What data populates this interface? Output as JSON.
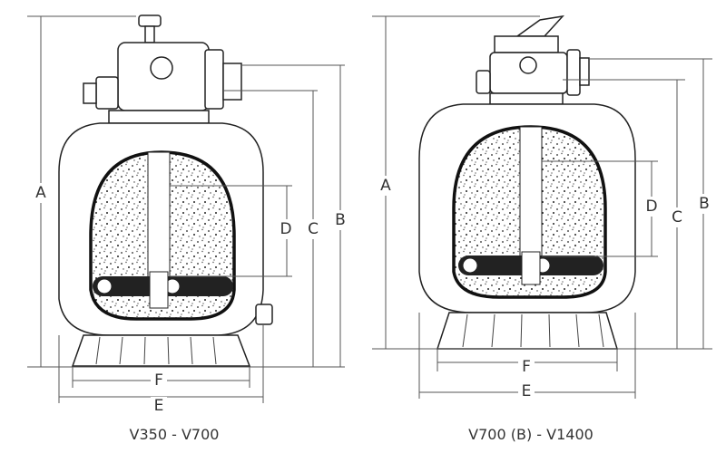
{
  "filters": [
    {
      "caption": "V350 - V700",
      "labels": {
        "A": "A",
        "B": "B",
        "C": "C",
        "D": "D",
        "E": "E",
        "F": "F"
      }
    },
    {
      "caption": "V700 (B) - V1400",
      "labels": {
        "A": "A",
        "B": "B",
        "C": "C",
        "D": "D",
        "E": "E",
        "F": "F"
      }
    }
  ]
}
